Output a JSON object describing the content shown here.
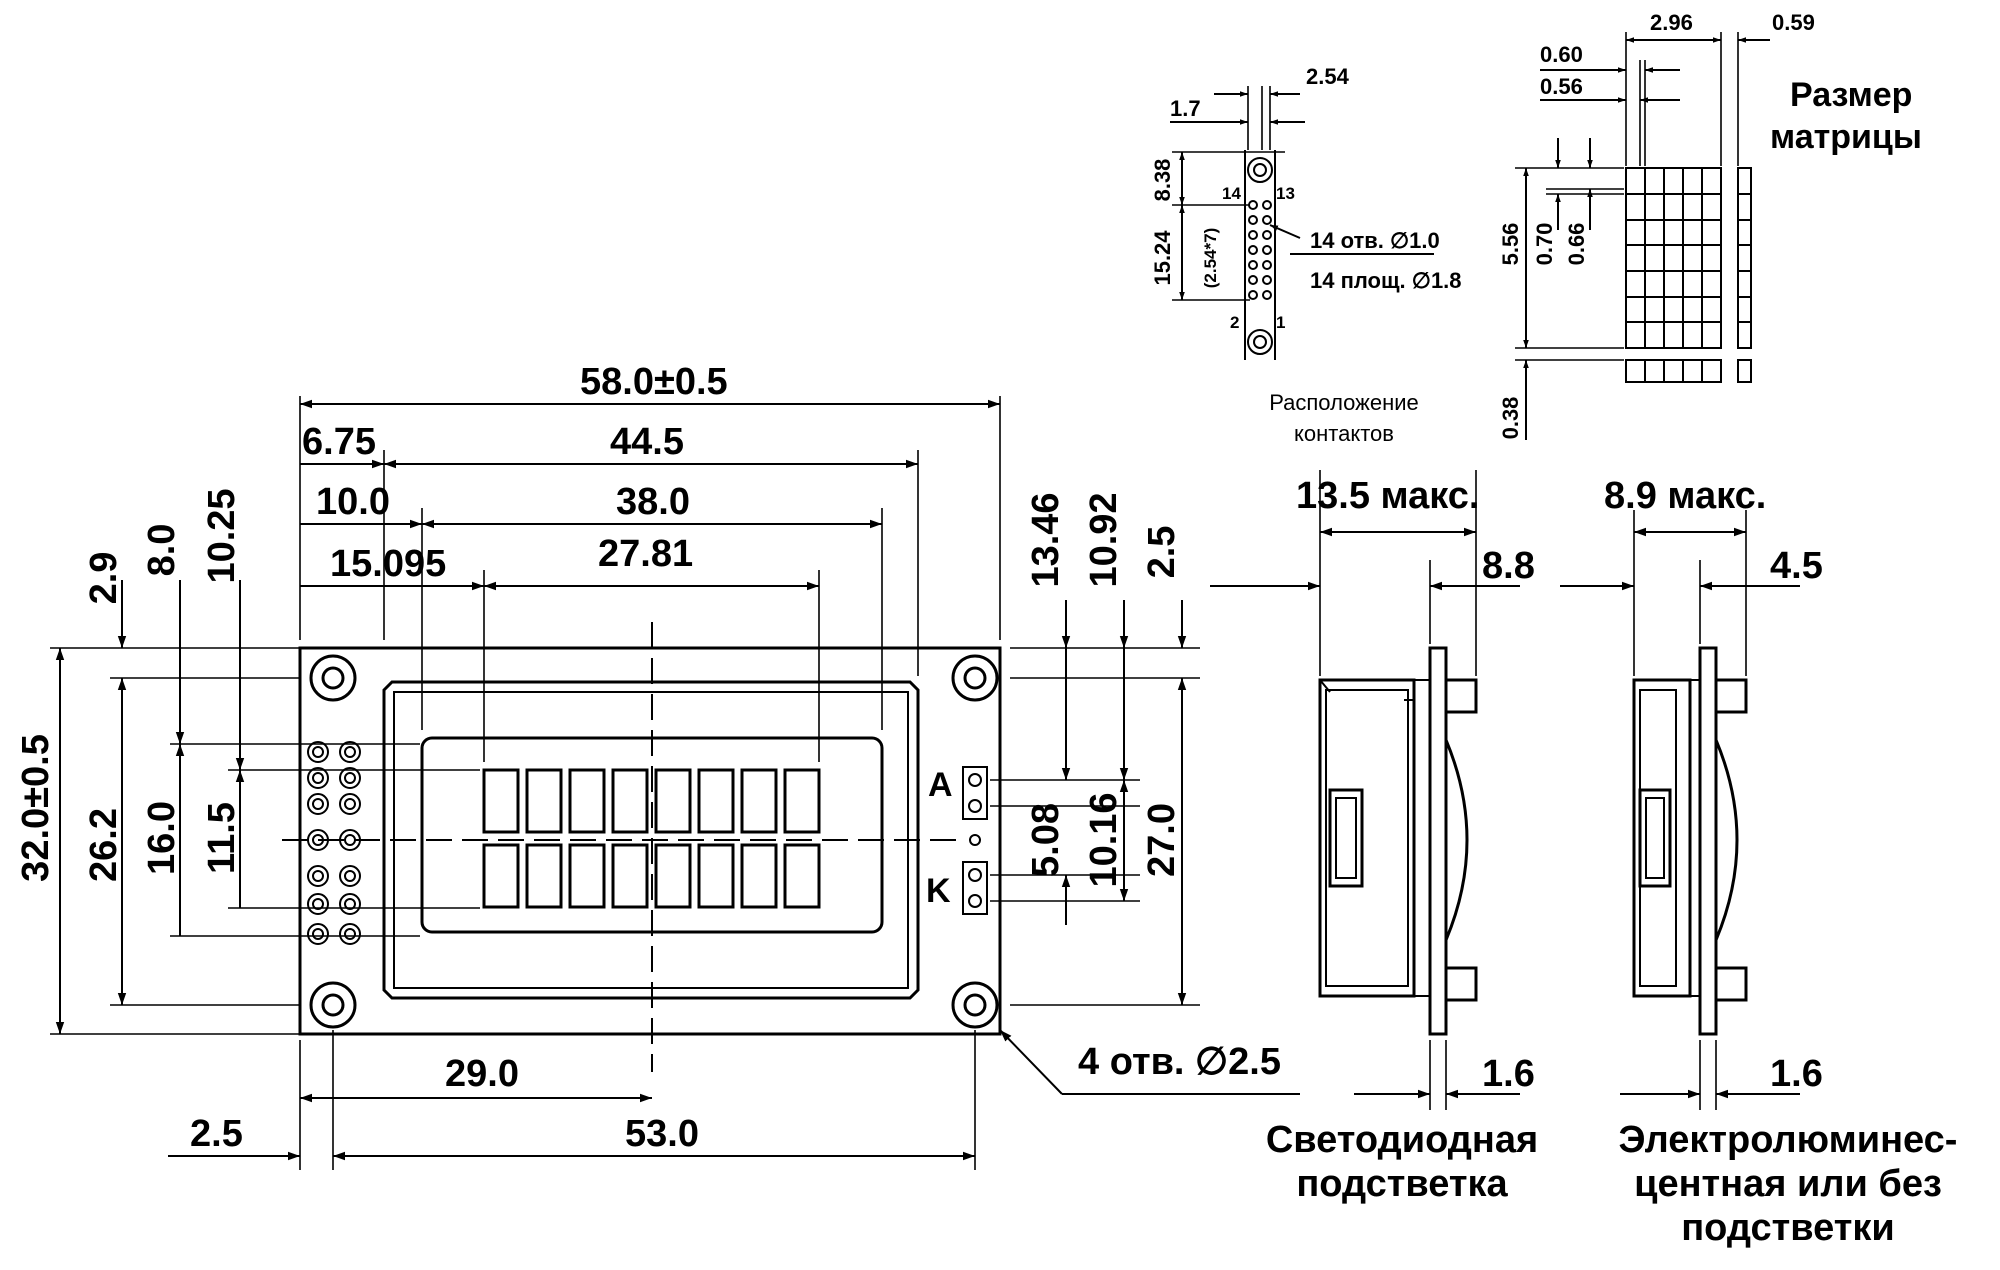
{
  "main_view": {
    "dims": {
      "overall_width": "58.0±0.5",
      "left_offset_1": "6.75",
      "mid_width_1": "44.5",
      "left_offset_2": "10.0",
      "mid_width_2": "38.0",
      "left_offset_3": "15.095",
      "mid_width_3": "27.81",
      "bottom_29": "29.0",
      "bottom_53": "53.0",
      "bottom_2_5": "2.5",
      "top_2_9": "2.9",
      "top_8_0": "8.0",
      "top_10_25": "10.25",
      "height_32": "32.0±0.5",
      "height_26_2": "26.2",
      "height_16": "16.0",
      "height_11_5": "11.5",
      "right_13_46": "13.46",
      "right_10_92": "10.92",
      "right_2_5": "2.5",
      "right_5_08": "5.08",
      "right_10_16": "10.16",
      "right_27": "27.0",
      "holes_note": "4 отв. ∅2.5"
    },
    "pin_a": "A",
    "pin_k": "K"
  },
  "pin_layout": {
    "dims": {
      "d_2_54": "2.54",
      "d_1_7": "1.7",
      "d_8_38": "8.38",
      "d_15_24": "15.24",
      "d_pitch": "(2.54*7)"
    },
    "pin_14": "14",
    "pin_13": "13",
    "pin_2": "2",
    "pin_1": "1",
    "note_holes": "14 отв. ∅1.0",
    "note_pads": "14 площ. ∅1.8",
    "caption_line1": "Расположение",
    "caption_line2": "контактов"
  },
  "matrix": {
    "dims": {
      "d_2_96": "2.96",
      "d_0_59": "0.59",
      "d_0_60": "0.60",
      "d_0_56": "0.56",
      "d_5_56": "5.56",
      "d_0_70": "0.70",
      "d_0_66": "0.66",
      "d_0_38": "0.38"
    },
    "caption_line1": "Размер",
    "caption_line2": "матрицы"
  },
  "side_led": {
    "dim_max": "13.5 макс.",
    "dim_8_8": "8.8",
    "dim_1_6": "1.6",
    "caption_line1": "Светодиодная",
    "caption_line2": "подстветка"
  },
  "side_el": {
    "dim_max": "8.9 макс.",
    "dim_4_5": "4.5",
    "dim_1_6": "1.6",
    "caption_line1": "Электролюминес-",
    "caption_line2": "центная или без",
    "caption_line3": "подстветки"
  }
}
